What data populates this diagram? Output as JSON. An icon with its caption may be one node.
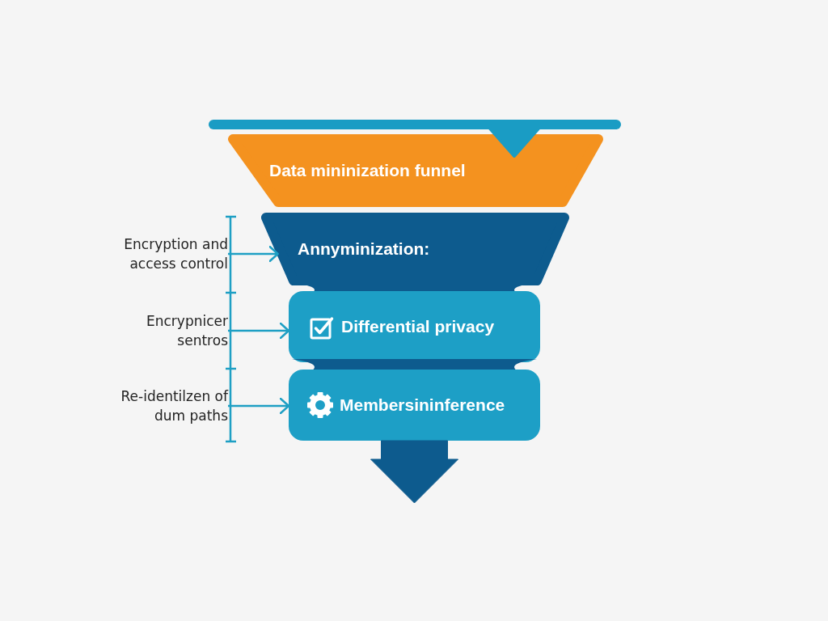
{
  "diagram": {
    "nodes": [
      {
        "text": [
          "Data mininization funnel"
        ]
      },
      {
        "text": [
          "Encryption and access control"
        ]
      },
      {
        "text": [
          "Annyminization:"
        ]
      },
      {
        "text": [
          "Encrypnicer sentros"
        ]
      },
      {
        "text": [
          "Differential privacy"
        ]
      },
      {
        "text": [
          "Re-identilzen of dum paths"
        ]
      },
      {
        "text": [
          "Membersininference"
        ]
      }
    ],
    "edges": [
      {
        "from": 1,
        "to": 2,
        "arrow": "to"
      },
      {
        "from": 3,
        "to": 4,
        "arrow": "to"
      },
      {
        "from": 5,
        "to": 6,
        "arrow": "to"
      },
      {
        "from": 6,
        "to": null,
        "arrow": "to",
        "style": "thick",
        "color": "#0d5b8e"
      }
    ]
  }
}
